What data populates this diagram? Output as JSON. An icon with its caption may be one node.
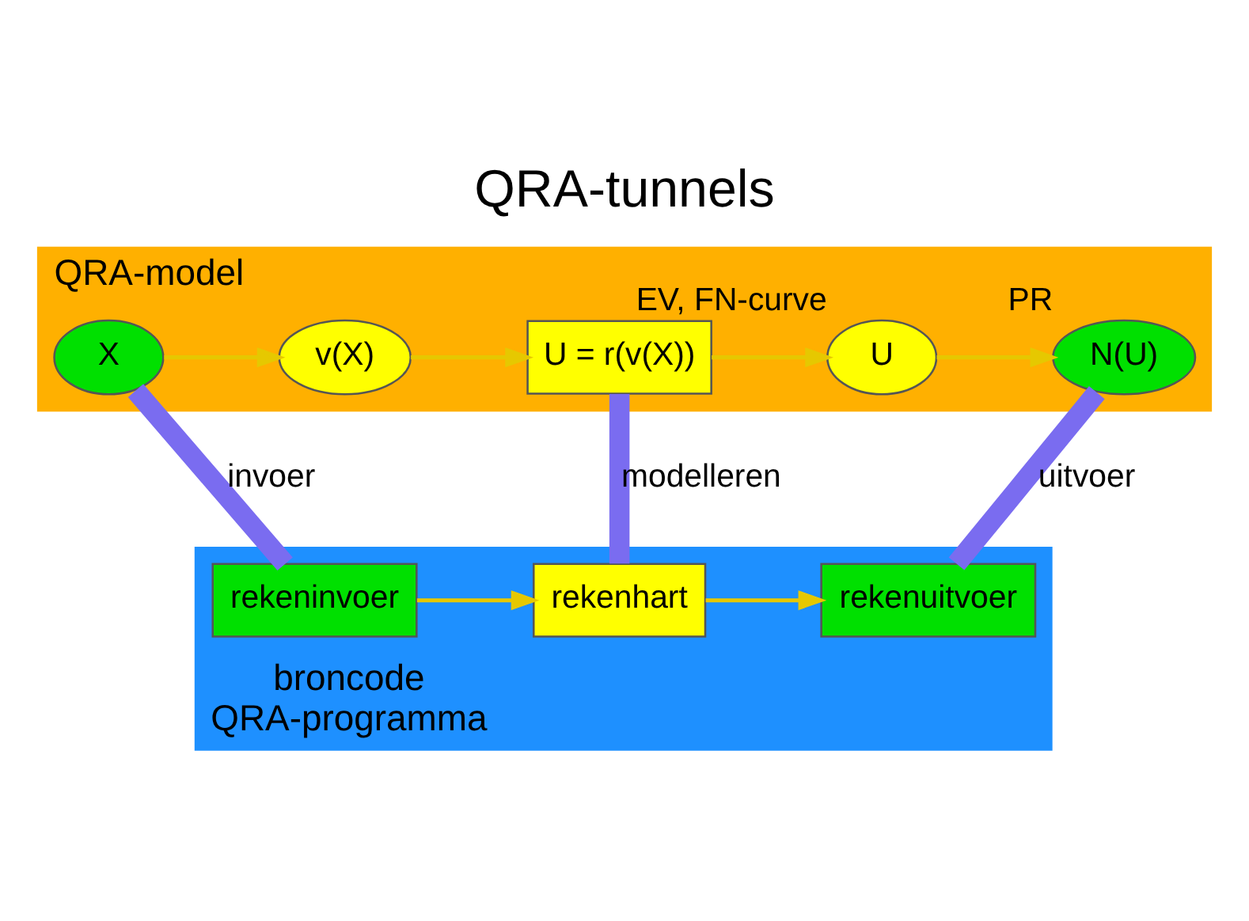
{
  "diagram": {
    "title": "QRA-tunnels",
    "nodes": [
      {
        "text": [
          "QRA-model"
        ]
      },
      {
        "text": [
          "broncode",
          "QRA-programma"
        ]
      },
      {
        "text": [
          "X"
        ],
        "in": 0
      },
      {
        "text": [
          "v(X)"
        ],
        "in": 0
      },
      {
        "text": [
          "U = r(v(X))"
        ],
        "in": 0
      },
      {
        "text": [
          "U"
        ],
        "in": 0,
        "beside": [
          "EV, FN-curve"
        ]
      },
      {
        "text": [
          "N(U)"
        ],
        "in": 0,
        "beside": [
          "PR"
        ]
      },
      {
        "text": [
          "rekeninvoer"
        ],
        "in": 1
      },
      {
        "text": [
          "rekenhart"
        ],
        "in": 1
      },
      {
        "text": [
          "rekenuitvoer"
        ],
        "in": 1
      }
    ],
    "edges": [
      {
        "from": 2,
        "to": 3,
        "arrow": "to"
      },
      {
        "from": 3,
        "to": 4,
        "arrow": "to"
      },
      {
        "from": 4,
        "to": 5,
        "arrow": "to"
      },
      {
        "from": 5,
        "to": 6,
        "arrow": "to"
      },
      {
        "from": 7,
        "to": 8,
        "arrow": "to"
      },
      {
        "from": 8,
        "to": 9,
        "arrow": "to"
      },
      {
        "from": 2,
        "to": 7,
        "arrow": "none",
        "label": "invoer",
        "style": "thick",
        "color": "#7a6cf0"
      },
      {
        "from": 4,
        "to": 8,
        "arrow": "none",
        "label": "modelleren",
        "style": "thick",
        "color": "#7a6cf0"
      },
      {
        "from": 6,
        "to": 9,
        "arrow": "none",
        "label": "uitvoer",
        "style": "thick",
        "color": "#7a6cf0"
      }
    ]
  }
}
